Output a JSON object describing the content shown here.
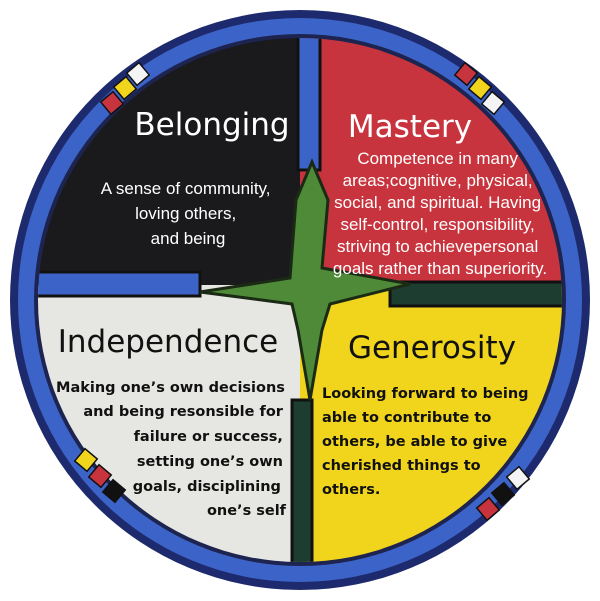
{
  "colors": {
    "belonging": "#1a1a1c",
    "mastery": "#c8343e",
    "independence": "#e6e6e2",
    "generosity": "#f1d51d",
    "ring": "#3c64c8",
    "ring_edge": "#1e2a6e",
    "cross": "#4f8a38"
  },
  "quadrants": {
    "belonging": {
      "title": "Belonging",
      "lines": [
        "A sense of community,",
        "loving others,",
        "and being"
      ]
    },
    "mastery": {
      "title": "Mastery",
      "lines": [
        "Competence in many",
        "areas;cognitive, physical,",
        "social, and spiritual. Having",
        "self-control, responsibility,",
        "striving to achievepersonal",
        "goals rather than superiority."
      ]
    },
    "independence": {
      "title": "Independence",
      "lines": [
        "Making one’s own decisions",
        "and being resonsible for",
        "failure or success,",
        "setting one’s own",
        "goals, disciplining",
        "one’s self"
      ]
    },
    "generosity": {
      "title": "Generosity",
      "lines": [
        "Looking forward to being",
        "able to contribute to",
        "others, be able to give",
        "cherished things to",
        "others."
      ]
    }
  }
}
